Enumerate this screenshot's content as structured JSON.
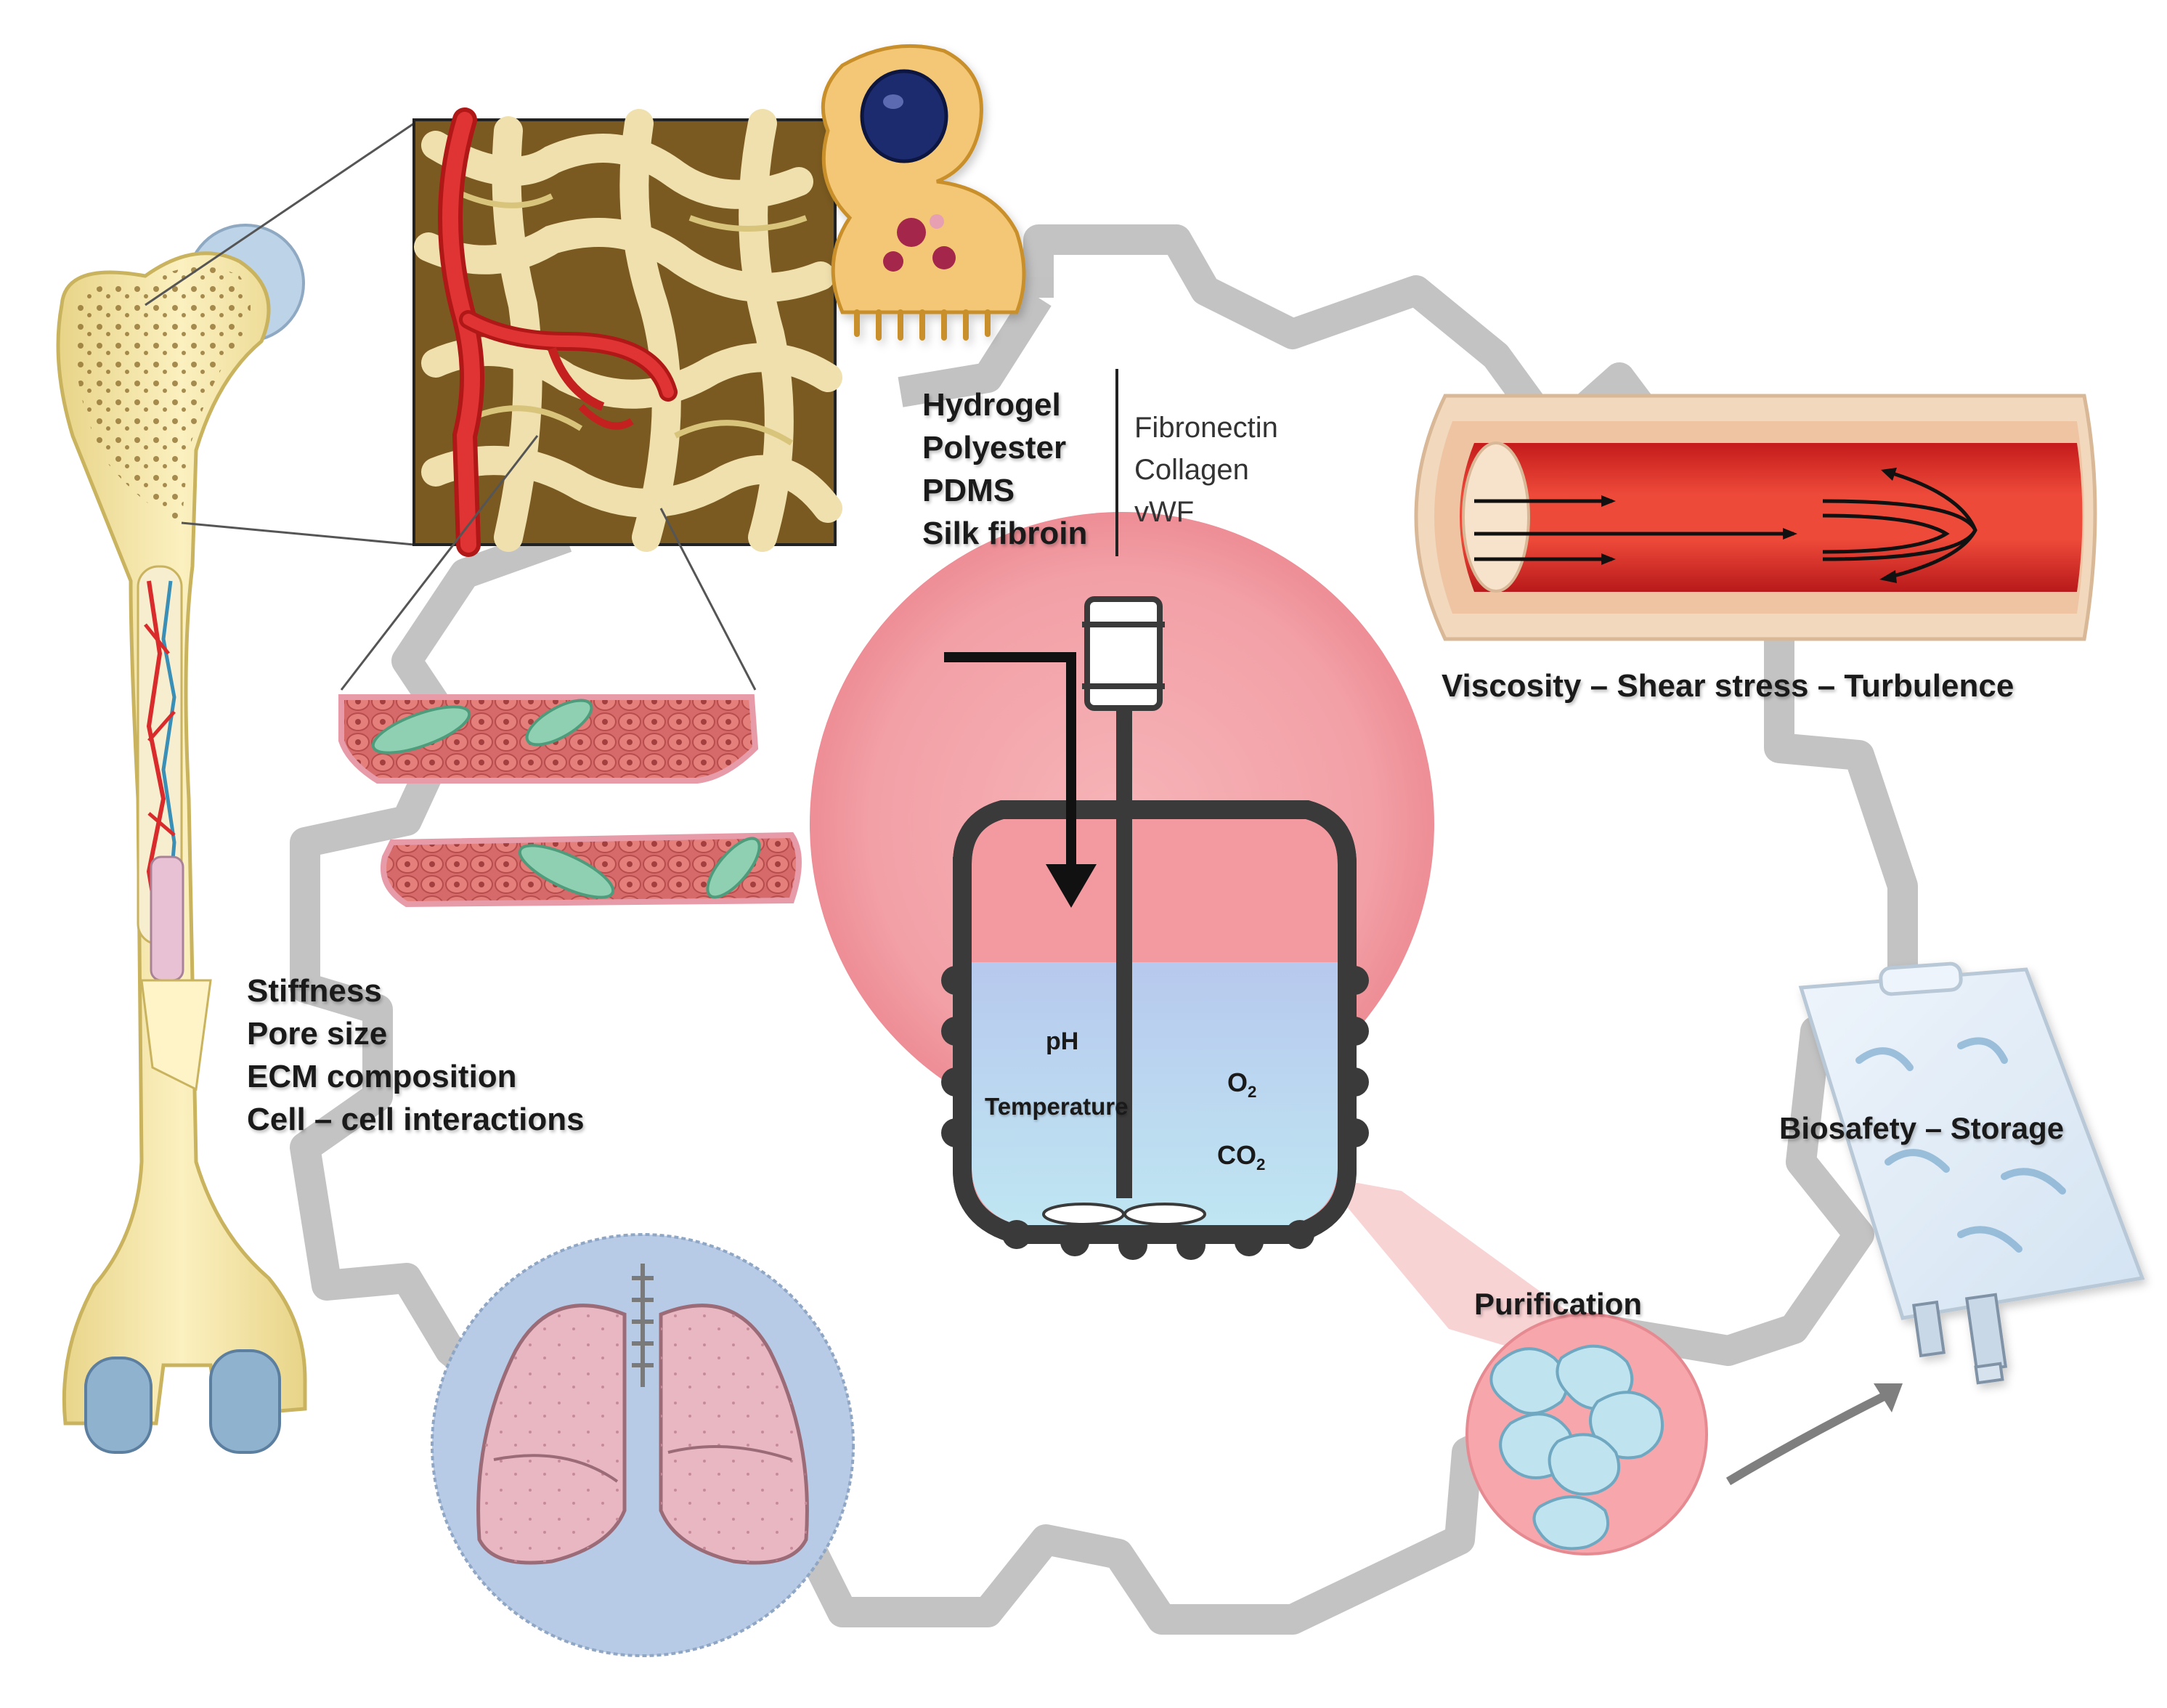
{
  "matrix_materials": [
    "Hydrogel",
    "Polyester",
    "PDMS",
    "Silk fibroin"
  ],
  "coatings": [
    "Fibronectin",
    "Collagen",
    "vWF"
  ],
  "niche_properties": [
    "Stiffness",
    "Pore size",
    "ECM composition",
    "Cell – cell interactions"
  ],
  "flow_label": "Viscosity – Shear stress – Turbulence",
  "bioreactor": {
    "ph": "pH",
    "temperature": "Temperature",
    "o2_base": "O",
    "o2_sub": "2",
    "co2_base": "CO",
    "co2_sub": "2"
  },
  "purification_label": "Purification",
  "storage_label": "Biosafety – Storage",
  "colors": {
    "gear": "#bdbdbd",
    "bone": "#f3e6a6",
    "vessel_red": "#d92b2b",
    "bioreactor_halo": "#f4a3a8",
    "medium_blue": "#b9d3ef",
    "lung_circle": "#b8cbe6",
    "platelet": "#bfe3ef"
  },
  "icons": [
    "femur-bone-icon",
    "bone-marrow-niche-icon",
    "megakaryocyte-icon",
    "tissue-slab-icon",
    "blood-vessel-icon",
    "bioreactor-icon",
    "lungs-icon",
    "platelets-icon",
    "blood-bag-icon",
    "curved-arrow-icon"
  ]
}
